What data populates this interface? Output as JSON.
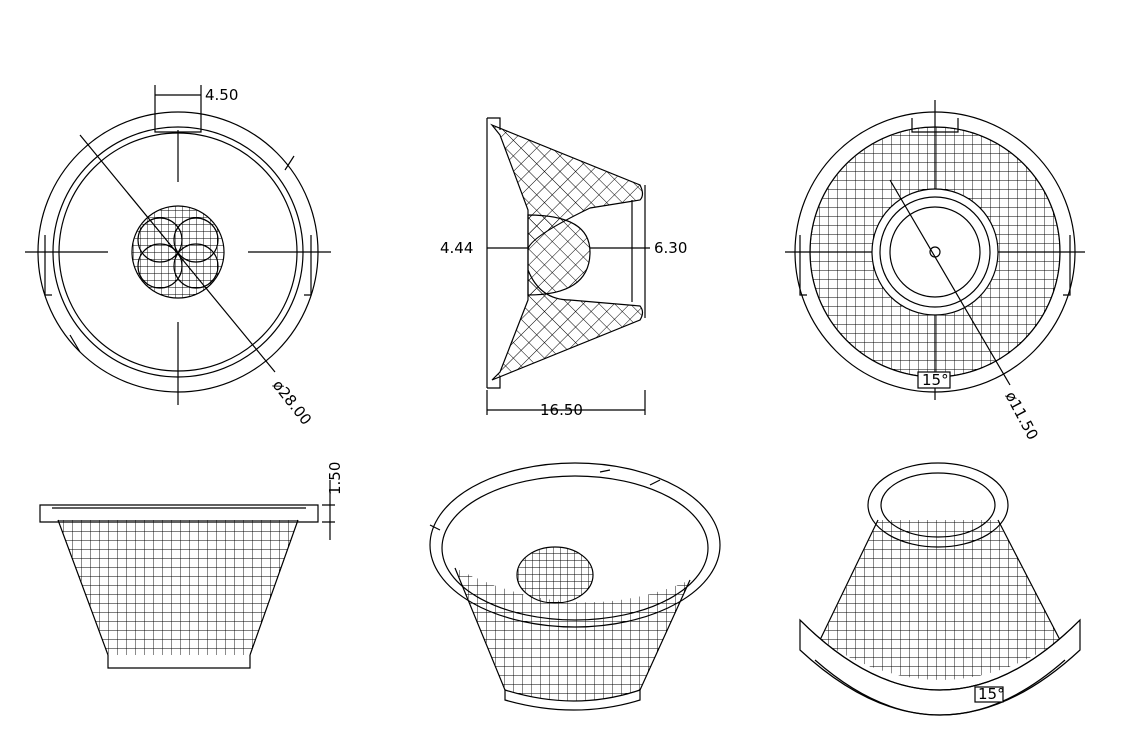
{
  "colors": {
    "stroke": "#000000",
    "background": "#ffffff"
  },
  "dimensions": {
    "tab_width": "4.50",
    "outer_diameter": "ø28.00",
    "depth_left": "4.44",
    "depth_right": "6.30",
    "overall_height": "16.50",
    "inner_diameter": "ø11.50",
    "flange_thickness": "1.50"
  },
  "marking": "15°"
}
